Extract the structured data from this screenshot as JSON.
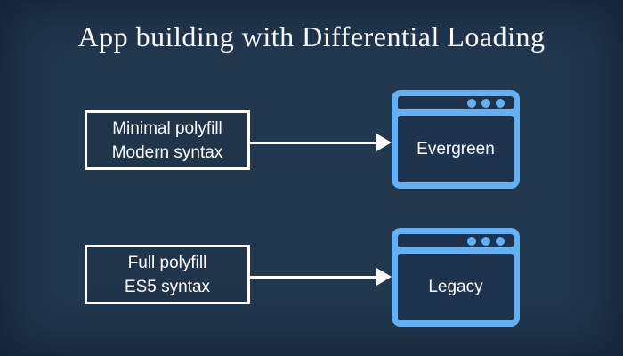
{
  "title": "App building with Differential Loading",
  "colors": {
    "background": "#22384F",
    "accent_blue": "#64B0F2",
    "panel_dark": "#1E344E",
    "outline_white": "#FFFFFF"
  },
  "rows": [
    {
      "source": {
        "line1": "Minimal polyfill",
        "line2": "Modern syntax"
      },
      "target": {
        "label": "Evergreen",
        "icon": "browser-window-icon"
      }
    },
    {
      "source": {
        "line1": "Full polyfill",
        "line2": "ES5 syntax"
      },
      "target": {
        "label": "Legacy",
        "icon": "browser-window-icon"
      }
    }
  ]
}
